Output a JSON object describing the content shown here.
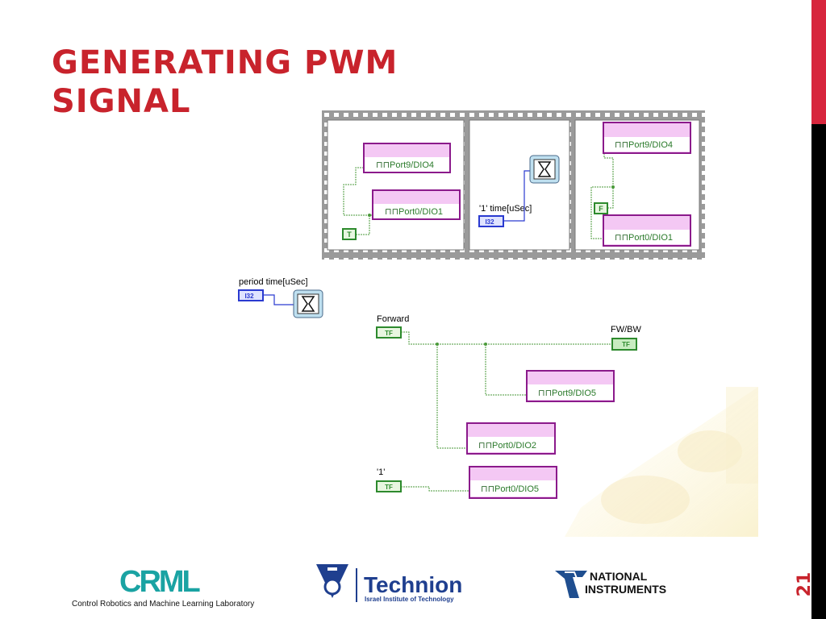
{
  "slide": {
    "title_line1": "GENERATING PWM",
    "title_line2": "SIGNAL",
    "number": "21"
  },
  "colors": {
    "title": "#c8232c",
    "accent_bar_top": "#d7263d",
    "accent_bar_bottom": "#000000",
    "wire_green": "#4a9a3a",
    "wire_blue": "#2a3ad0",
    "node_border": "#8b1a8b",
    "node_fill": "#f4c8f4"
  },
  "sequence": {
    "frame1": {
      "nodes": [
        "Port9/DIO4",
        "Port0/DIO1"
      ],
      "constant": "T"
    },
    "frame2": {
      "control_label": "'1' time[uSec]",
      "terminal": "I32"
    },
    "frame3": {
      "nodes": [
        "Port9/DIO4",
        "Port0/DIO1"
      ],
      "constant": "F"
    }
  },
  "period_control": {
    "label": "period time[uSec]",
    "terminal": "I32"
  },
  "forward_control": {
    "label": "Forward",
    "terminal": "TF"
  },
  "fwbw_indicator": {
    "label": "FW/BW",
    "terminal": "TF"
  },
  "one_control": {
    "label": "'1'",
    "terminal": "TF"
  },
  "pwm_nodes": {
    "port9_dio5": "Port9/DIO5",
    "port0_dio2": "Port0/DIO2",
    "port0_dio5": "Port0/DIO5"
  },
  "logos": {
    "crml_mark": "CRML",
    "crml_caption": "Control Robotics and Machine Learning Laboratory",
    "technion_name": "Technion",
    "technion_sub": "Israel Institute of Technology",
    "ni_line1": "NATIONAL",
    "ni_line2": "INSTRUMENTS"
  }
}
